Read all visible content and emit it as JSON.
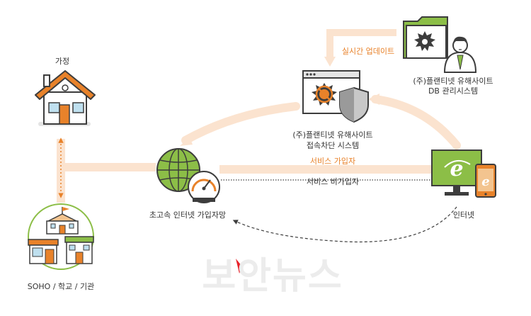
{
  "labels": {
    "home": "가정",
    "soho": "SOHO / 학교 / 기관",
    "realtime_update": "실시간 업데이트",
    "db_title_1": "(주)플랜티넷 유해사이트",
    "db_title_2": "DB 관리시스템",
    "block_title_1": "(주)플랜티넷 유해사이트",
    "block_title_2": "접속차단 시스템",
    "subscriber": "서비스 가입자",
    "non_subscriber": "서비스 비가입자",
    "internet": "인터넷",
    "isp": "초고속 인터넷 가입자망"
  },
  "watermark": "보안뉴스",
  "colors": {
    "orange": "#e8822a",
    "flow": "#fbe3cf",
    "green": "#8cbe47",
    "dark": "#3d3d3d",
    "roof": "#e8822a"
  }
}
